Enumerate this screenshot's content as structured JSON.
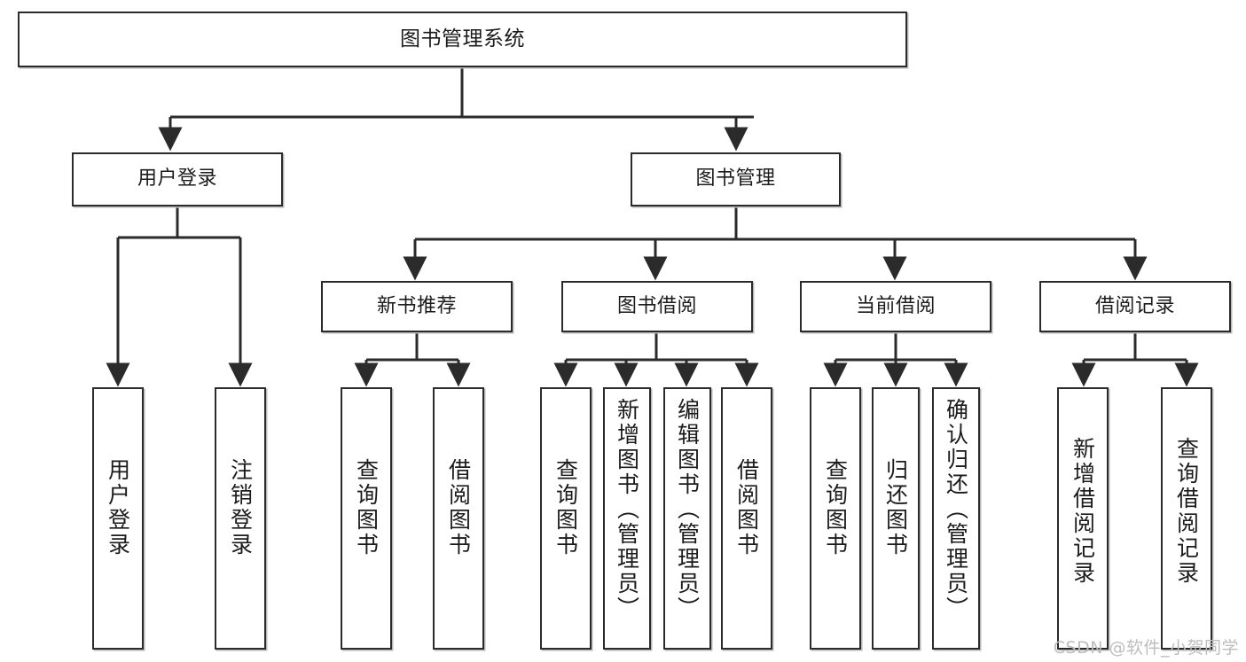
{
  "diagram": {
    "title": "图书管理系统",
    "type": "tree-hierarchy",
    "orientation": "top-down",
    "colors": {
      "box_border": "#2b2b2b",
      "box_fill": "#ffffff",
      "edge": "#2b2b2b",
      "shadow": "#b9b9b9",
      "watermark": "#bdbdbd",
      "background": "#ffffff"
    },
    "nodes": {
      "root": {
        "id": "n-root",
        "label": "图书管理系统"
      },
      "level2": [
        {
          "id": "n-user-login",
          "label": "用户登录"
        },
        {
          "id": "n-book-manage",
          "label": "图书管理"
        }
      ],
      "level3": [
        {
          "id": "n-new-book-rec",
          "label": "新书推荐"
        },
        {
          "id": "n-book-borrow",
          "label": "图书借阅"
        },
        {
          "id": "n-current-borrow",
          "label": "当前借阅"
        },
        {
          "id": "n-borrow-record",
          "label": "借阅记录"
        }
      ],
      "leaves": [
        {
          "id": "leaf-user-login",
          "label": "用户登录",
          "parent": "n-user-login"
        },
        {
          "id": "leaf-logout-login",
          "label": "注销登录",
          "parent": "n-user-login"
        },
        {
          "id": "leaf-query-book-1",
          "label": "查询图书",
          "parent": "n-new-book-rec"
        },
        {
          "id": "leaf-borrow-book-1",
          "label": "借阅图书",
          "parent": "n-new-book-rec"
        },
        {
          "id": "leaf-query-book-2",
          "label": "查询图书",
          "parent": "n-book-borrow"
        },
        {
          "id": "leaf-add-book",
          "label": "新增图书（管理员）",
          "parent": "n-book-borrow"
        },
        {
          "id": "leaf-edit-book",
          "label": "编辑图书（管理员）",
          "parent": "n-book-borrow"
        },
        {
          "id": "leaf-borrow-book-2",
          "label": "借阅图书",
          "parent": "n-book-borrow"
        },
        {
          "id": "leaf-query-book-3",
          "label": "查询图书",
          "parent": "n-current-borrow"
        },
        {
          "id": "leaf-return-book",
          "label": "归还图书",
          "parent": "n-current-borrow"
        },
        {
          "id": "leaf-confirm-return",
          "label": "确认归还（管理员）",
          "parent": "n-current-borrow"
        },
        {
          "id": "leaf-add-record",
          "label": "新增借阅记录",
          "parent": "n-borrow-record"
        },
        {
          "id": "leaf-query-record",
          "label": "查询借阅记录",
          "parent": "n-borrow-record"
        }
      ]
    },
    "watermark": "CSDN @软件_小贺同学"
  }
}
